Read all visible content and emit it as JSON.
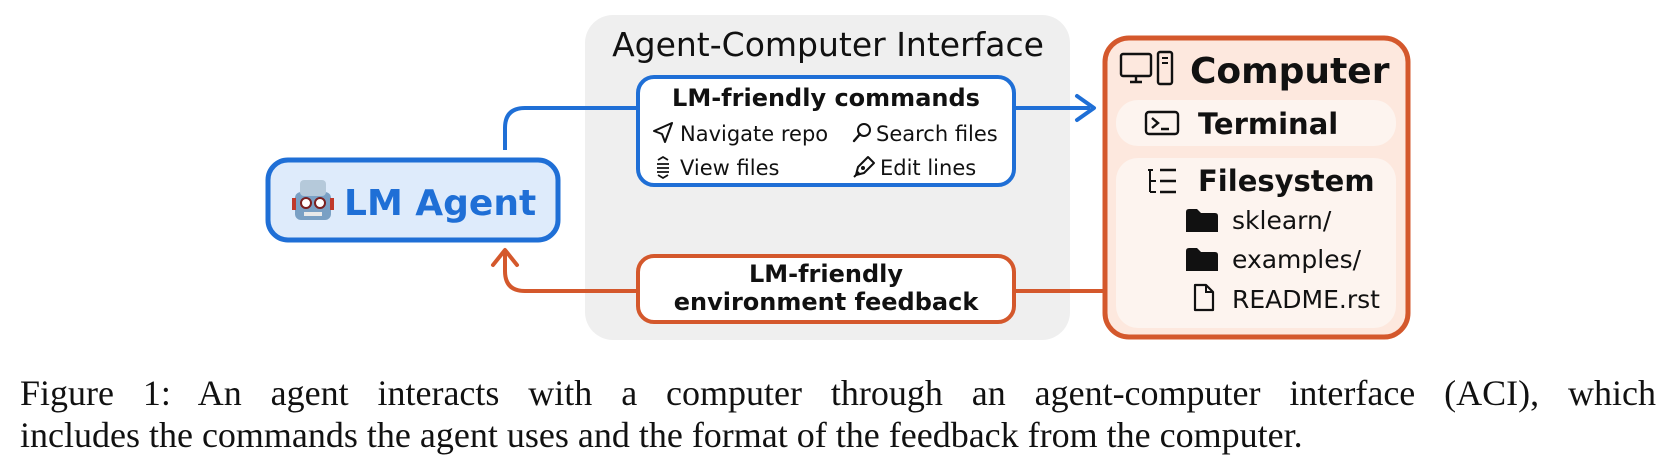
{
  "interface": {
    "title": "Agent-Computer Interface"
  },
  "commands": {
    "title": "LM-friendly commands",
    "items": [
      "Navigate repo",
      "Search files",
      "View files",
      "Edit lines"
    ]
  },
  "feedback": {
    "line1": "LM-friendly",
    "line2": "environment feedback"
  },
  "agent": {
    "label": "LM Agent"
  },
  "computer": {
    "title": "Computer",
    "terminal": "Terminal",
    "filesystem": "Filesystem",
    "files": [
      "sklearn/",
      "examples/",
      "README.rst"
    ]
  },
  "caption": {
    "line1": "Figure 1: An agent interacts with a computer through an agent-computer interface (ACI), which",
    "line2": "includes the commands the agent uses and the format of the feedback from the computer."
  },
  "colors": {
    "blue": "#1f6fd6",
    "blue_fill": "#deebfb",
    "orange": "#d4582c",
    "orange_fill": "#fde8de",
    "panel_fill": "#efefef"
  }
}
